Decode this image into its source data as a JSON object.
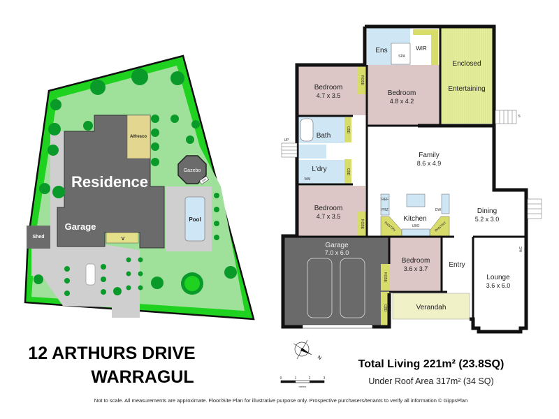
{
  "site_plan": {
    "residence": "Residence",
    "garage": "Garage",
    "alfresco": "Alfresco",
    "gazebo": "Gazebo",
    "pool": "Pool",
    "shed": "Shed",
    "verandah": "V",
    "bbq": "BBQ"
  },
  "floor_plan": {
    "ensuite": "Ens",
    "wir": "WIR",
    "spa": "SPA",
    "enclosed": "Enclosed",
    "entertaining": "Entertaining",
    "bedroom1": {
      "name": "Bedroom",
      "dims": "4.7 x 3.5"
    },
    "bedroom2": {
      "name": "Bedroom",
      "dims": "4.8 x 4.2"
    },
    "bedroom3": {
      "name": "Bedroom",
      "dims": "4.7 x 3.5"
    },
    "bedroom4": {
      "name": "Bedroom",
      "dims": "3.6 x 3.7"
    },
    "bath": "Bath",
    "laundry": "L'dry",
    "wm": "WM",
    "family": {
      "name": "Family",
      "dims": "8.6 x 4.9"
    },
    "kitchen": "Kitchen",
    "ref": "REF",
    "frz": "FRZ",
    "dw": "DW",
    "ubo": "UBO",
    "pantry": "PANTRY",
    "dining": {
      "name": "Dining",
      "dims": "5.2 x 3.0"
    },
    "garage": {
      "name": "Garage",
      "dims": "7.0 x 6.0"
    },
    "entry": "Entry",
    "lounge": {
      "name": "Lounge",
      "dims": "3.6 x 6.0"
    },
    "verandah": "Verandah",
    "robe": "ROBE",
    "cbd": "CBD",
    "ac": "A/C",
    "up": "UP",
    "steps": "S"
  },
  "address": {
    "line1": "12 ARTHURS DRIVE",
    "line2": "WARRAGUL"
  },
  "compass": {
    "north": "N"
  },
  "scale_bar": {
    "ticks": [
      "0",
      "1",
      "2",
      "3"
    ],
    "unit": "meters"
  },
  "areas": {
    "total_living": "Total Living 221m² (23.8SQ)",
    "under_roof": "Under Roof Area 317m² (34 SQ)"
  },
  "disclaimer": "Not to scale. All measurements are approximate. Floor/Site Plan for illustrative purpose only. Prospective purchasers/tenants to verify all information © GippsPlan",
  "colors": {
    "lawn": "#9fe09a",
    "garden_bed": "#1fd21f",
    "tree": "#0a9a2a",
    "building": "#6b6b6b",
    "paving": "#cfcfcf",
    "alfresco": "#e2d690",
    "pool": "#cfe6f7",
    "bedroom": "#dcc6c6",
    "wet_area": "#cfe6f5",
    "entertaining": "#e6ef9c",
    "robe": "#d8dc6a",
    "garage_floor": "#6a6a6a",
    "verandah": "#f1f1c8"
  }
}
